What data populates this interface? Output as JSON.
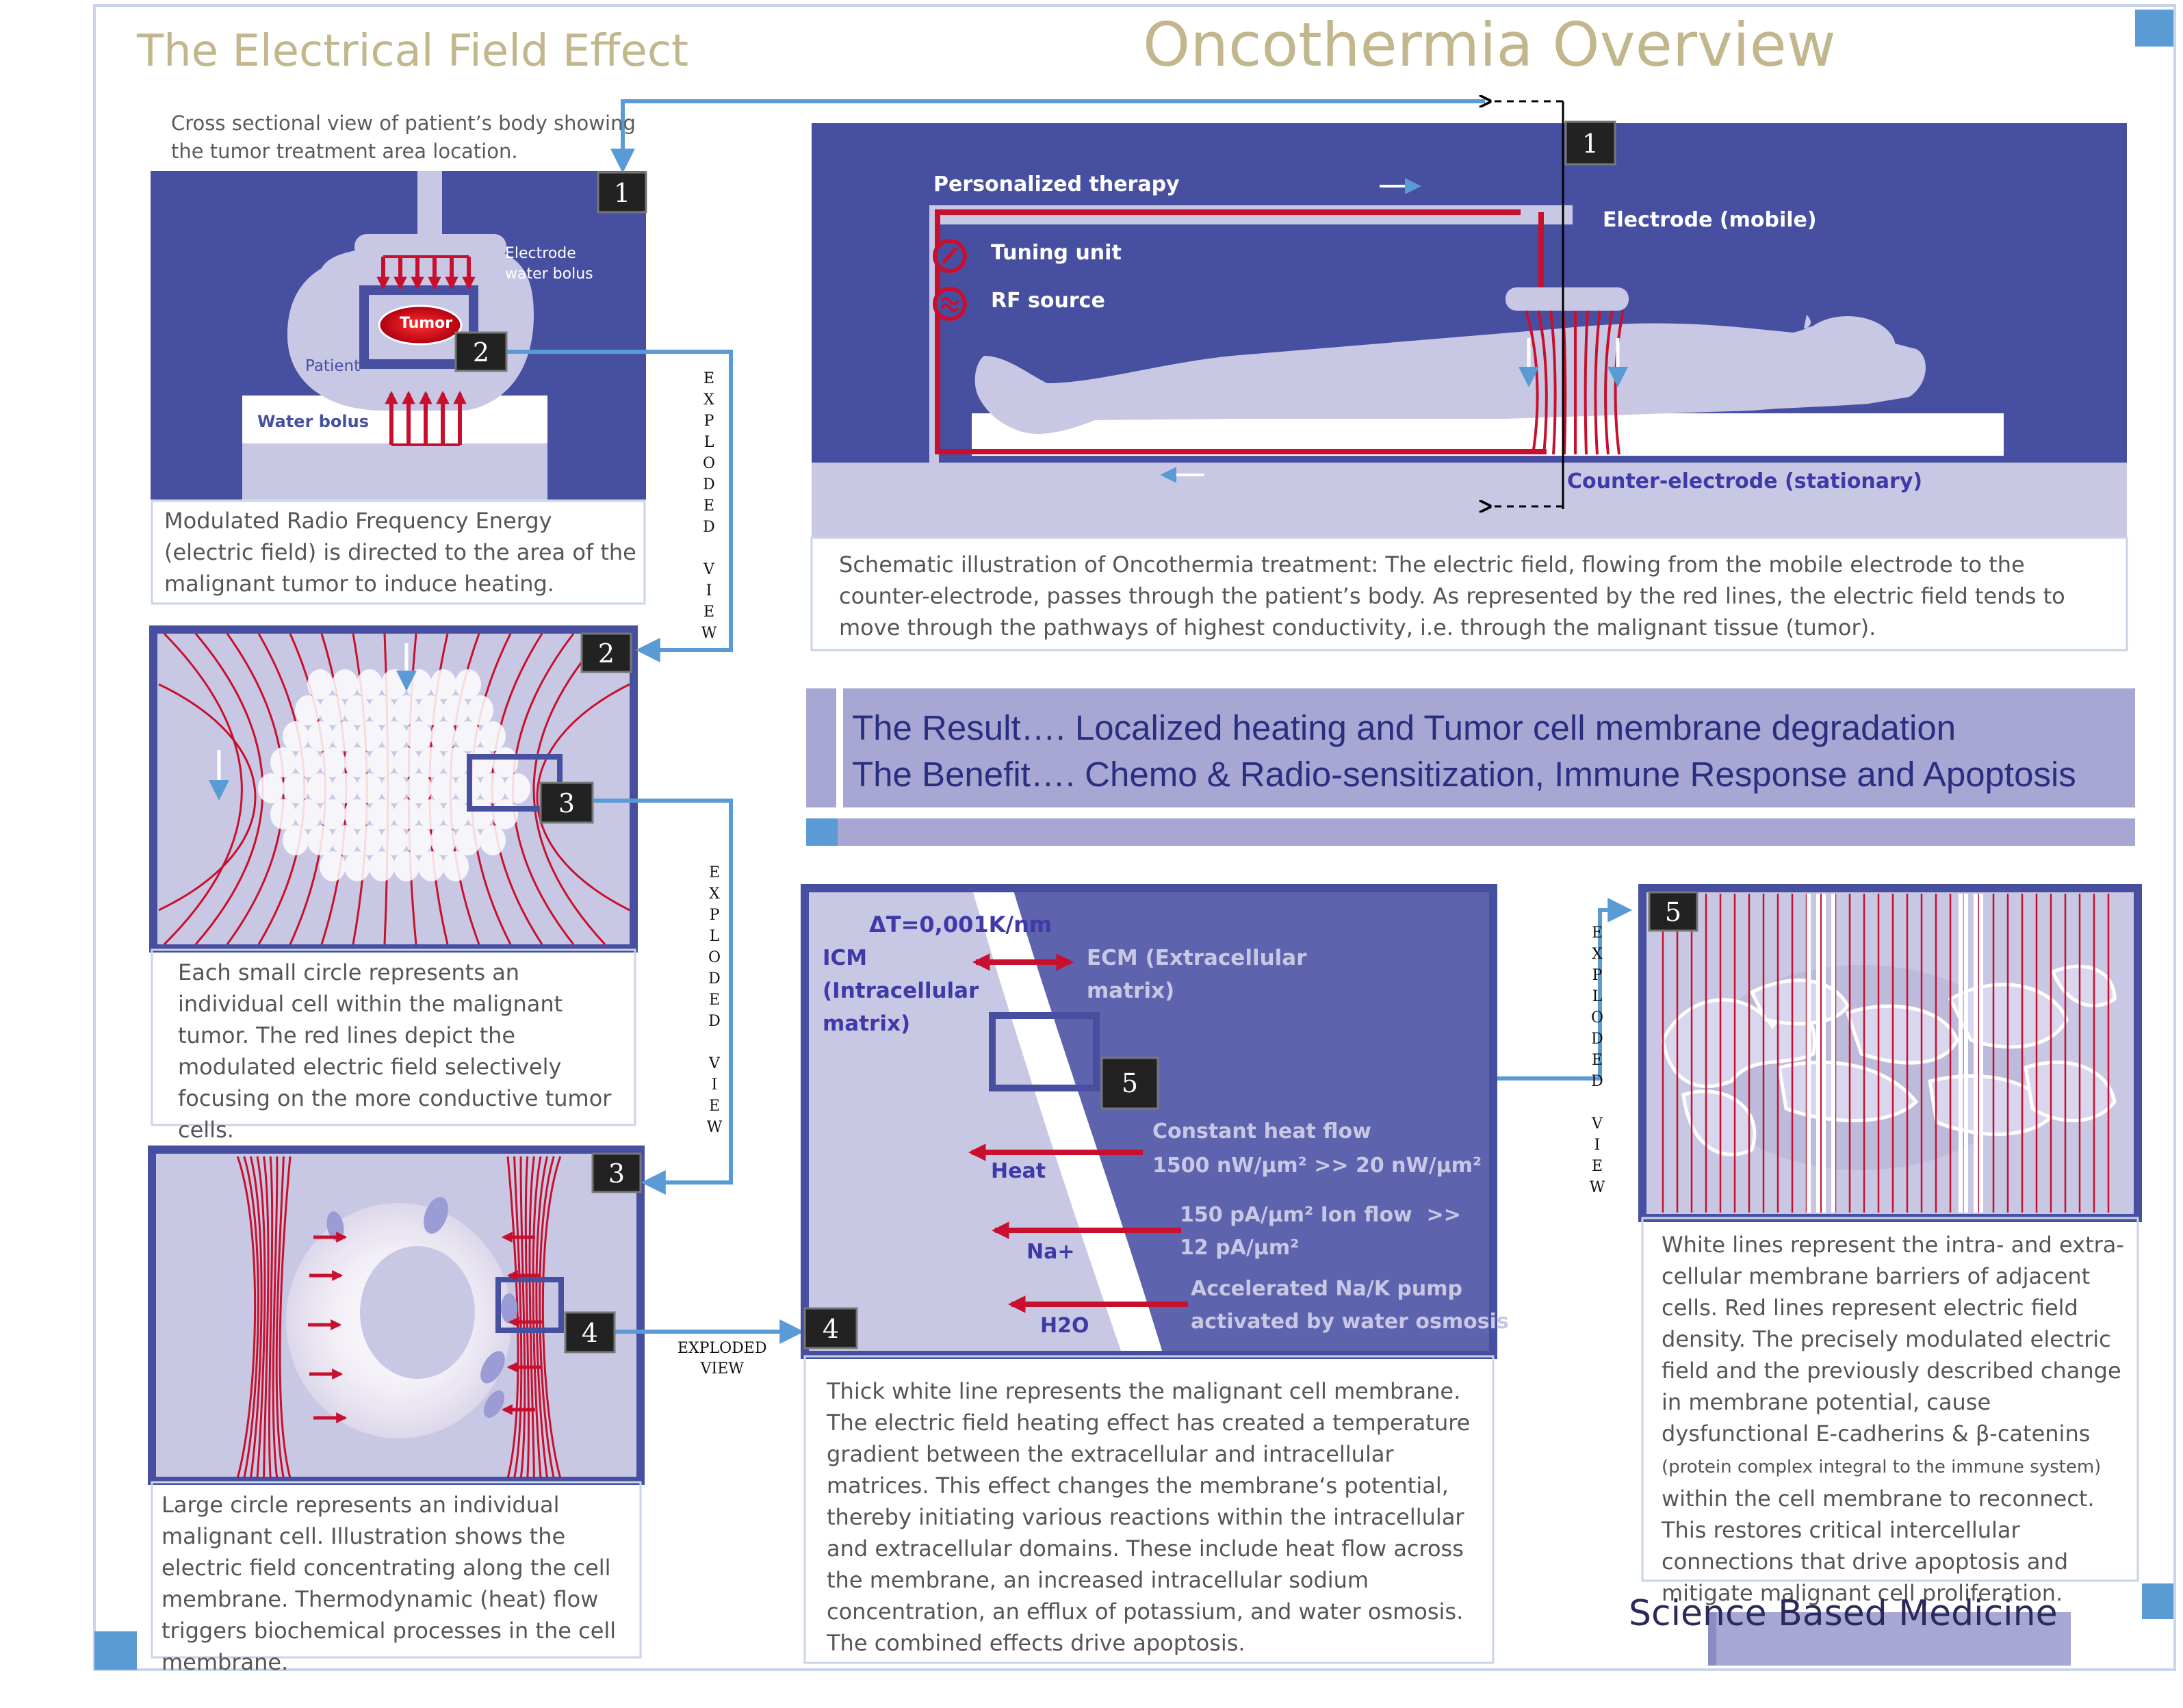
{
  "header": {
    "left_title": "The Electrical Field Effect",
    "main_title": "Oncothermia Overview"
  },
  "panel1": {
    "caption": "Cross sectional view of patient’s body showing the tumor treatment area location.",
    "label_electrode_bolus": "Electrode\nwater bolus",
    "label_tumor": "Tumor",
    "label_patient": "Patient",
    "label_water_bolus": "Water bolus",
    "description": "Modulated Radio Frequency Energy (electric field) is directed to the area of the malignant tumor to induce heating."
  },
  "schematic": {
    "label_personalized": "Personalized therapy",
    "label_electrode_mobile": "Electrode (mobile)",
    "label_tuning_unit": "Tuning unit",
    "label_rf_source": "RF source",
    "label_counter_electrode": "Counter-electrode (stationary)",
    "description": "Schematic illustration of Oncothermia treatment: The electric field, flowing from the mobile electrode to the counter-electrode, passes through the patient’s body. As represented by the red lines, the electric field tends to move through the pathways of highest conductivity, i.e. through the malignant tissue (tumor)."
  },
  "result": {
    "line1": "The Result…. Localized heating and Tumor cell membrane degradation",
    "line2": "The Benefit…. Chemo & Radio-sensitization, Immune Response and Apoptosis"
  },
  "panel2": {
    "description": "Each small circle represents an individual cell within the malignant tumor.  The red lines depict the modulated electric field selectively focusing on the more conductive tumor cells."
  },
  "panel3": {
    "description": "Large circle represents an individual malignant cell.  Illustration shows the electric field concentrating along the cell membrane.  Thermodynamic (heat) flow triggers biochemical processes in the cell membrane."
  },
  "panel4": {
    "label_delta_t": "ΔT=0,001K/nm",
    "label_icm": "ICM\n(Intracellular\nmatrix)",
    "label_ecm": "ECM (Extracellular\nmatrix)",
    "label_constant_heat": "Constant heat flow",
    "label_heat_values": "1500 nW/µm² >> 20 nW/µm²",
    "label_heat": "Heat",
    "label_ion_flow": "150 pA/µm² Ion flow  >>\n12 pA/µm²",
    "label_na": "Na+",
    "label_pump": "Accelerated Na/K pump\nactivated by water osmosis",
    "label_h2o": "H2O",
    "description": "Thick white line represents the malignant cell membrane. The electric field heating effect has created a temperature gradient between the extracellular and intracellular matrices. This effect changes the membrane‘s potential, thereby initiating various reactions within the intracellular and extracellular domains.  These include heat flow across the membrane, an increased intracellular sodium concentration, an efflux of potassium, and water osmosis.  The combined effects drive apoptosis."
  },
  "panel5": {
    "description_part1": "White lines represent the intra- and extra-cellular membrane barriers of adjacent cells. Red lines represent electric field density. The precisely modulated electric field and the previously described change in membrane potential, cause dysfunctional E-cadherins & β-catenins ",
    "description_small": "(protein complex integral to the immune system)",
    "description_part2": " within the cell membrane to reconnect.  This restores critical intercellular connections that drive apoptosis and mitigate malignant cell proliferation."
  },
  "markers": [
    "1",
    "2",
    "3",
    "4",
    "5",
    "1",
    "5"
  ],
  "exploded_view_vertical": "E\nX\nP\nL\nO\nD\nE\nD\n\nV\nI\nE\nW",
  "exploded_view_horizontal": "EXPLODED\nVIEW",
  "footer": {
    "label": "Science Based Medicine"
  },
  "colors": {
    "title_gold": "#c2b68d",
    "panel_blue": "#4750a0",
    "light_lavender": "#c9c8e4",
    "field_red": "#c8102e",
    "arrow_blue": "#5b9bd5",
    "band_purple": "#a8a6d2"
  }
}
